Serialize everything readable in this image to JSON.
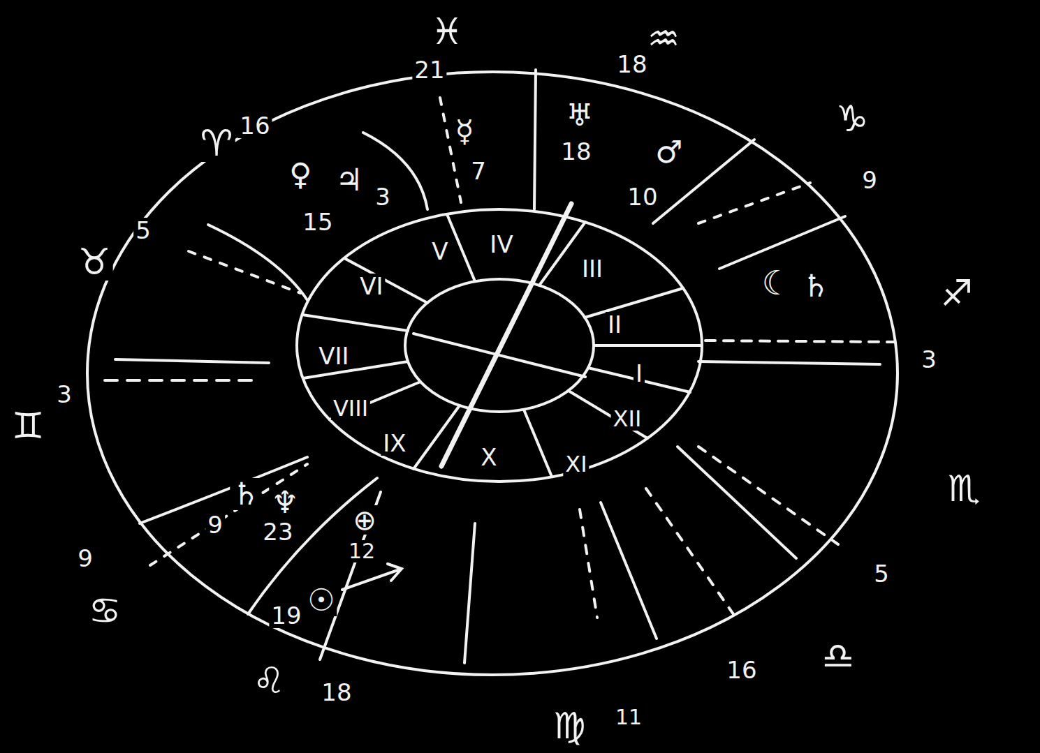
{
  "diagram": {
    "labels": [
      "♓",
      "21",
      "♒",
      "18",
      "♑",
      "9",
      "♐",
      "3",
      "♏",
      "5",
      "♎",
      "16",
      "♍",
      "11",
      "♌",
      "18",
      "♋",
      "9",
      "♊",
      "3",
      "♉",
      "5",
      "♈",
      "16",
      "♀",
      "15",
      "♃",
      "3",
      "☿",
      "7",
      "♅",
      "18",
      "♂",
      "10",
      "☾",
      "♄",
      "♄",
      "9",
      "♆",
      "23",
      "⊕",
      "12",
      "☉",
      "19",
      "I",
      "II",
      "III",
      "IV",
      "V",
      "VI",
      "VII",
      "VIII",
      "IX",
      "X",
      "XI",
      "XII"
    ]
  }
}
